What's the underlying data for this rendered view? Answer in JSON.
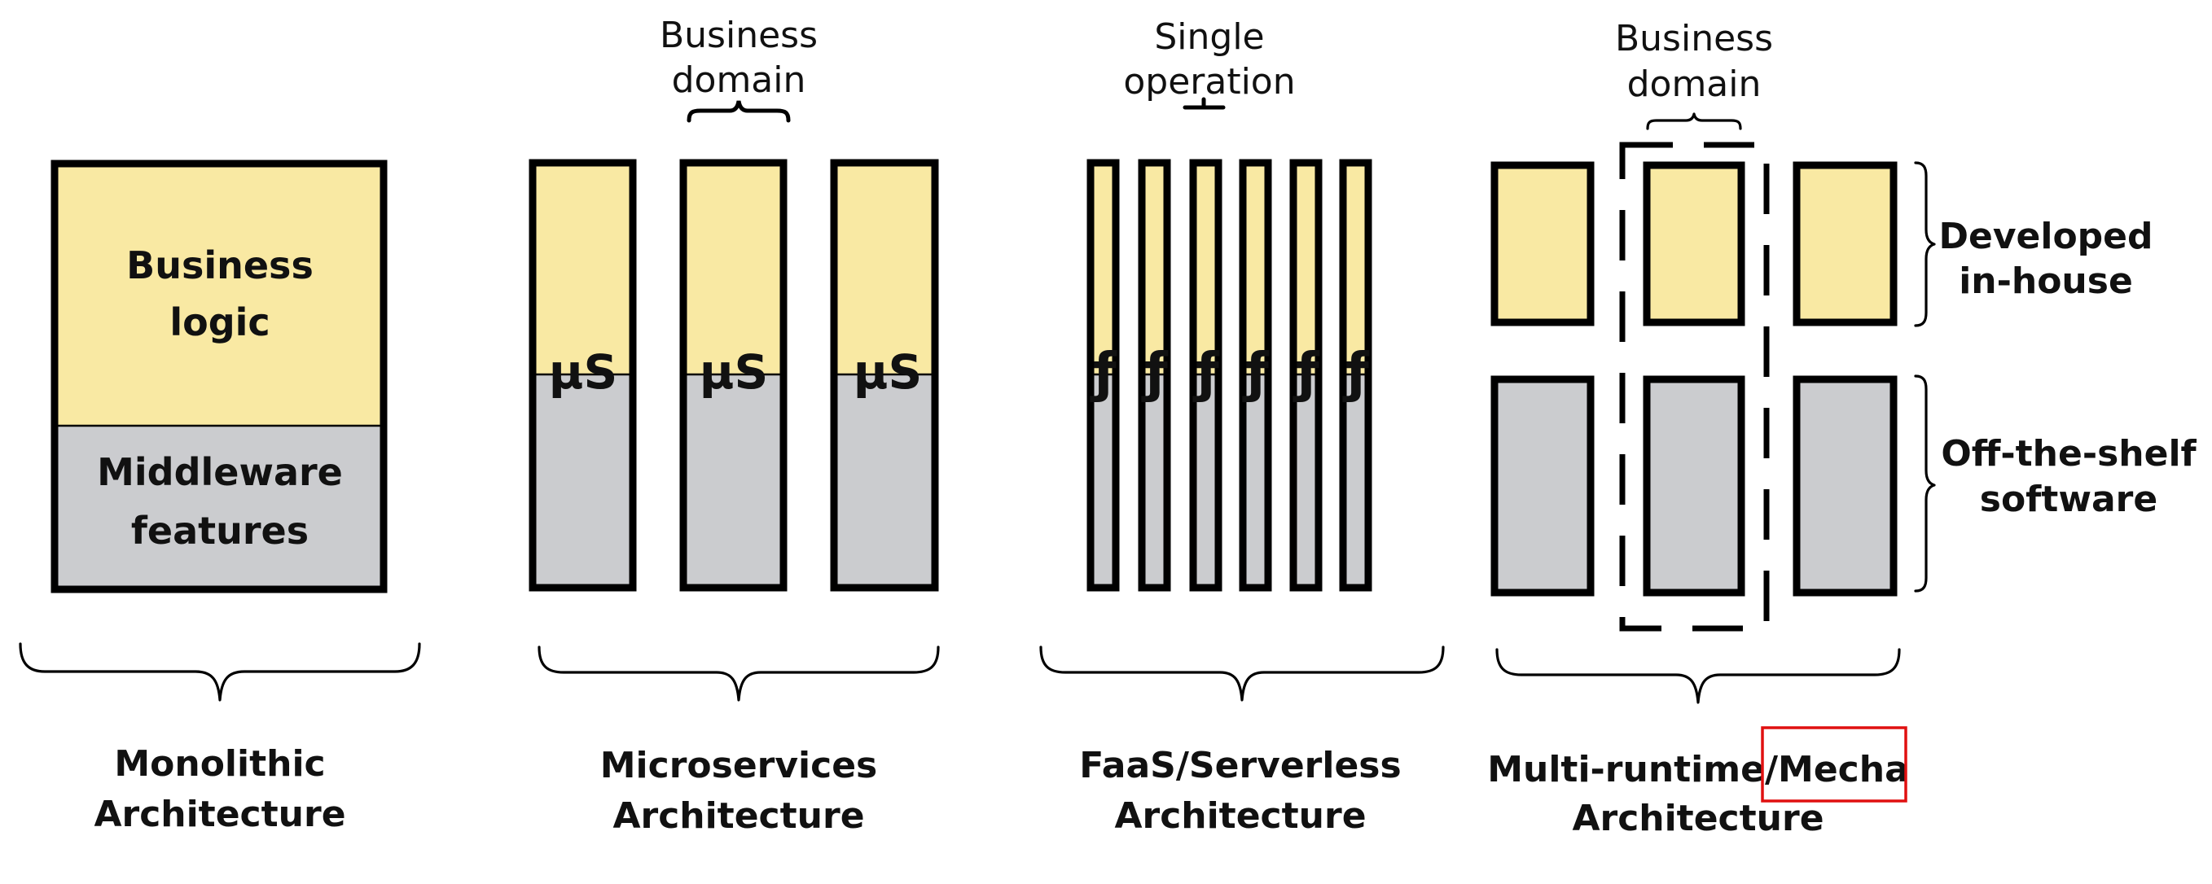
{
  "colors": {
    "business_fill": "#F9E9A3",
    "middleware_fill": "#CBCCCF",
    "outline": "#000000",
    "highlight": "#E01010"
  },
  "monolithic": {
    "inner_top": [
      "Business",
      "logic"
    ],
    "inner_bottom": [
      "Middleware",
      "features"
    ],
    "caption": [
      "Monolithic",
      "Architecture"
    ]
  },
  "microservices": {
    "header": [
      "Business",
      "domain"
    ],
    "unit_label": "μS",
    "unit_count": 3,
    "caption": [
      "Microservices",
      "Architecture"
    ]
  },
  "faas": {
    "header": [
      "Single",
      "operation"
    ],
    "unit_label": "ƒ",
    "unit_count": 6,
    "caption": [
      "FaaS/Serverless",
      "Architecture"
    ]
  },
  "mecha": {
    "header": [
      "Business",
      "domain"
    ],
    "side_top": [
      "Developed",
      "in-house"
    ],
    "side_bottom": [
      "Off-the-shelf",
      "software"
    ],
    "caption_line1_prefix": "Multi-runtime/",
    "caption_line1_highlight": "Mecha",
    "caption_line2": "Architecture"
  }
}
